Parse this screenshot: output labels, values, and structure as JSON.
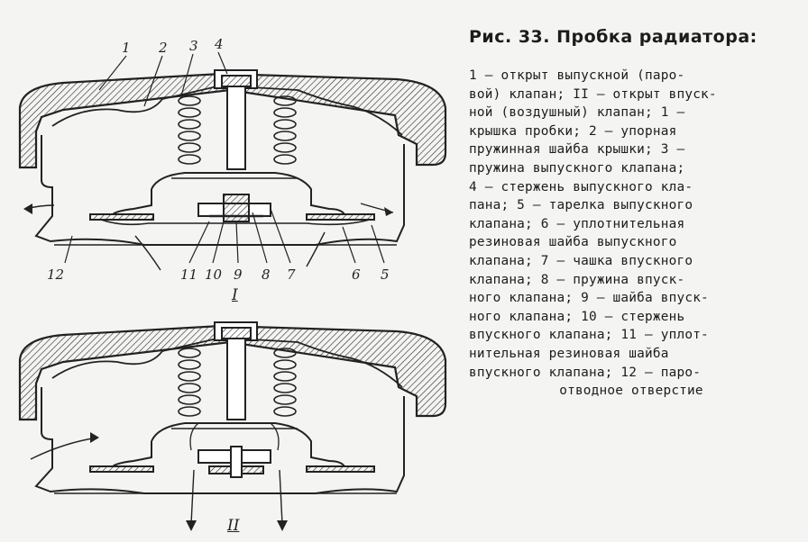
{
  "figure": {
    "callouts": {
      "c1": "1",
      "c2": "2",
      "c3": "3",
      "c4": "4",
      "c5": "5",
      "c6": "6",
      "c7": "7",
      "c8": "8",
      "c9": "9",
      "c10": "10",
      "c11": "11",
      "c12": "12"
    },
    "panel_top_label": "I",
    "panel_bottom_label": "II"
  },
  "caption": {
    "title": "Рис. 33. Пробка радиатора:",
    "lines": [
      "1 — открыт выпускной (паро-",
      "вой) клапан; II — открыт впуск-",
      "ной (воздушный) клапан; 1 —",
      "крышка пробки; 2 — упорная",
      "пружинная шайба крышки; 3 —",
      "пружина выпускного клапана;",
      "4 — стержень выпускного кла-",
      "пана; 5 — тарелка выпускного",
      "клапана; 6 — уплотнительная",
      "резиновая шайба выпускного",
      "клапана; 7 — чашка впускного",
      "клапана; 8 — пружина впуск-",
      "ного клапана; 9 — шайба впуск-",
      "ного клапана; 10 — стержень",
      "впускного клапана; 11 — уплот-",
      "нительная резиновая шайба",
      "впускного клапана; 12 — паро-",
      "отводное отверстие"
    ]
  }
}
